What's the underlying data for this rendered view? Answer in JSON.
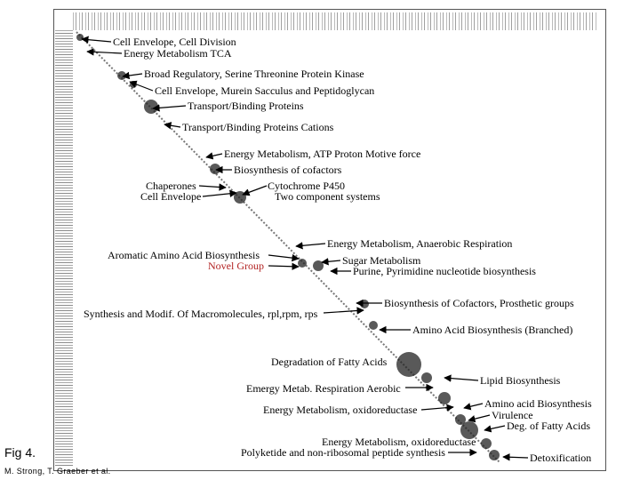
{
  "figure_label": "Fig 4.",
  "credit": "M. Strong, T. Graeber et al.",
  "annotations": [
    "Cell Envelope, Cell Division",
    "Energy Metabolism TCA",
    "Broad Regulatory, Serine Threonine Protein Kinase",
    "Cell Envelope, Murein Sacculus and Peptidoglycan",
    "Transport/Binding Proteins",
    "Transport/Binding Proteins Cations",
    "Energy Metabolism, ATP Proton Motive force",
    "Biosynthesis of cofactors",
    "Chaperones",
    "Cell Envelope",
    "Cytochrome P450",
    "Two component systems",
    "Energy Metabolism, Anaerobic Respiration",
    "Aromatic Amino Acid Biosynthesis",
    "Novel Group",
    "Sugar Metabolism",
    "Purine, Pyrimidine nucleotide biosynthesis",
    "Biosynthesis of Cofactors, Prosthetic groups",
    "Synthesis and Modif. Of Macromolecules, rpl,rpm, rps",
    "Amino Acid Biosynthesis (Branched)",
    "Degradation of Fatty Acids",
    "Lipid Biosynthesis",
    "Emergy Metab. Respiration Aerobic",
    "Amino acid Biosynthesis",
    "Virulence",
    "Energy Metabolism, oxidoreductase",
    "Deg. of Fatty Acids",
    "Energy Metabolism, oxidoreductase",
    "Polyketide and non-ribosomal peptide synthesis",
    "Detoxification"
  ],
  "colors": {
    "highlight": "#b22222",
    "ink": "#000000"
  }
}
